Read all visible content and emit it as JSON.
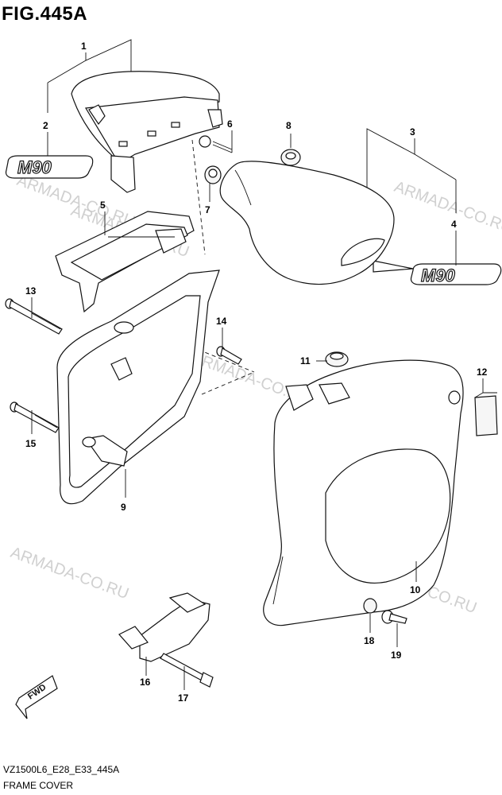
{
  "figure_title": "FIG.445A",
  "footer": {
    "model_code": "VZ1500L6_E28_E33_445A",
    "section_name": "FRAME COVER"
  },
  "emblem_text": "M90",
  "fwd_label": "FWD",
  "watermark": "ARMADA-CO.RU",
  "callouts": [
    "1",
    "2",
    "3",
    "4",
    "5",
    "6",
    "7",
    "8",
    "9",
    "10",
    "11",
    "12",
    "13",
    "14",
    "15",
    "16",
    "17",
    "18",
    "19"
  ]
}
